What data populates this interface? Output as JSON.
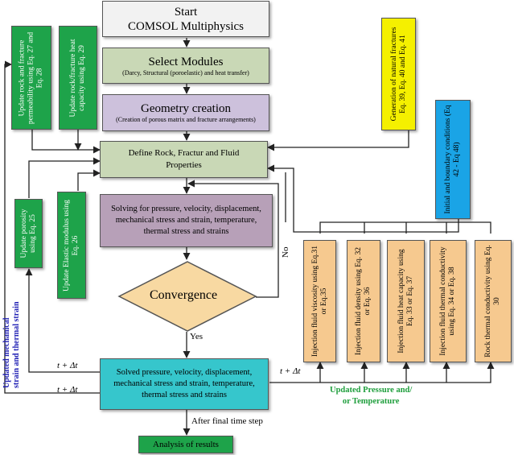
{
  "colors": {
    "white": "#f2f2f2",
    "sage": "#c9d8b6",
    "lavender": "#cdc1dc",
    "mauve": "#b7a0b8",
    "green": "#1ea34a",
    "cyan": "#36c6cc",
    "yellow": "#f5f000",
    "blue": "#1aa4e6",
    "tan": "#f6c98f",
    "diamond": "#f8d9a2",
    "green_text": "#1e9e3c",
    "blue_text": "#1f1fb4"
  },
  "nodes": {
    "start": {
      "line1": "Start",
      "line2": "COMSOL Multiphysics"
    },
    "modules": {
      "title": "Select Modules",
      "sub": "(Darcy, Structural (poroelastic) and heat transfer)"
    },
    "geometry": {
      "title": "Geometry creation",
      "sub": "(Creation of porous matrix and fracture arrangements)"
    },
    "define": {
      "text": "Define Rock, Fractur and Fluid Properties"
    },
    "solving": {
      "text": "Solving for pressure, velocity, displacement, mechanical stress and strain, temperature, thermal stress and strains"
    },
    "convergence": {
      "text": "Convergence"
    },
    "solved": {
      "text": "Solved pressure, velocity, displacement, mechanical stress and strain, temperature, thermal stress and strains"
    },
    "analysis": {
      "text": "Analysis of results"
    },
    "perm": {
      "text": "Update rock and fracture permeability using Eq. 27 and Eq. 28"
    },
    "heatcap": {
      "text": "Update rock/fracture heat capacity using Eq. 29"
    },
    "porosity": {
      "text": "Update porosity using Eq. 25"
    },
    "elastic": {
      "text": "Update Elastic modulus using Eq. 26"
    },
    "natural": {
      "text": "Generation of natural fractures Eq. 39, Eq. 40 and Eq. 41"
    },
    "initial": {
      "text": "Initial and boundary conditions (Eq 42 - Eq 48)"
    },
    "viscosity": {
      "text": "Injection fluid viscosity using Eq.31 or Eq.35"
    },
    "density": {
      "text": "Injection fluid density using Eq. 32 or Eq. 36"
    },
    "heatcapfluid": {
      "text": "Injection fluid heat capacity using Eq. 33 or Eq. 37"
    },
    "thermalcond": {
      "text": "Injection fluid thermal conductivity using Eq. 34 or Eq. 38"
    },
    "rockthermal": {
      "text": "Rock thermal conductivity using Eq. 30"
    }
  },
  "labels": {
    "no": "No",
    "yes": "Yes",
    "after": "After final time step",
    "dt1": "t + Δt",
    "dt2": "t + Δt",
    "dt3": "t + Δt",
    "updated_pt_1": "Updated Pressure  and/",
    "updated_pt_2": "or Temperature",
    "updated_mech_1": "Updated mechanical",
    "updated_mech_2": "strain and thermal strain"
  }
}
